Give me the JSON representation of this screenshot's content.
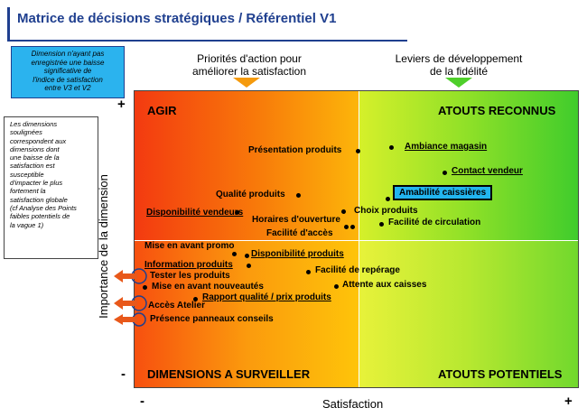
{
  "title": "Matrice de décisions stratégiques / Référentiel V1",
  "note_blue": [
    "Dimension n'ayant pas",
    "enregistrée une baisse",
    "significative de",
    "l'indice de satisfaction",
    "entre V3 et V2"
  ],
  "note_white": [
    "Les dimensions",
    "soulignées",
    "correspondent aux",
    "dimensions dont",
    "une baisse de la",
    "satisfaction est",
    "susceptible",
    "d'impacter le plus",
    "fortement la",
    "satisfaction globale",
    "(cf Analyse des Points",
    "faibles potentiels de",
    "la vague 1)"
  ],
  "headers": {
    "left": [
      "Priorités d'action pour",
      "améliorer la satisfaction"
    ],
    "right": [
      "Leviers de développement",
      "de la fidélité"
    ]
  },
  "colors": {
    "left_arrow": "#f59a0d",
    "right_arrow": "#4fcf2a",
    "highlight": "#22b5ef",
    "title": "#1f3f8f",
    "side_arrows": "#e8581a"
  },
  "quadrants": {
    "top_left": "AGIR",
    "top_right": "ATOUTS RECONNUS",
    "bottom_left": "DIMENSIONS A SURVEILLER",
    "bottom_right": "ATOUTS POTENTIELS"
  },
  "axes": {
    "y_label": "Importance de la dimension",
    "x_label": "Satisfaction",
    "plus": "+",
    "minus": "-"
  },
  "items": {
    "presentation_produits": "Présentation produits",
    "ambiance_magasin": "Ambiance magasin",
    "contact_vendeur": "Contact vendeur",
    "amabilite_caissieres": "Amabilité caissières",
    "qualite_produits": "Qualité produits",
    "disponibilite_vendeurs": "Disponibilité vendeurs",
    "horaires_ouverture": "Horaires d'ouverture",
    "choix_produits": "Choix produits",
    "facilite_circulation": "Facilité de circulation",
    "facilite_acces": "Facilité d'accès",
    "mise_en_avant_promo": "Mise en avant promo",
    "disponibilite_produits": "Disponibilité produits",
    "information_produits": "Information produits",
    "facilite_reperage": "Facilité de repérage",
    "tester_produits": "Tester les produits",
    "attente_caisses": "Attente aux caisses",
    "mise_en_avant_nouveautes": "Mise en avant nouveautés",
    "rapport_qualite_prix": "Rapport qualité / prix produits",
    "acces_atelier": "Accès Atelier",
    "presence_panneaux": "Présence panneaux conseils"
  }
}
